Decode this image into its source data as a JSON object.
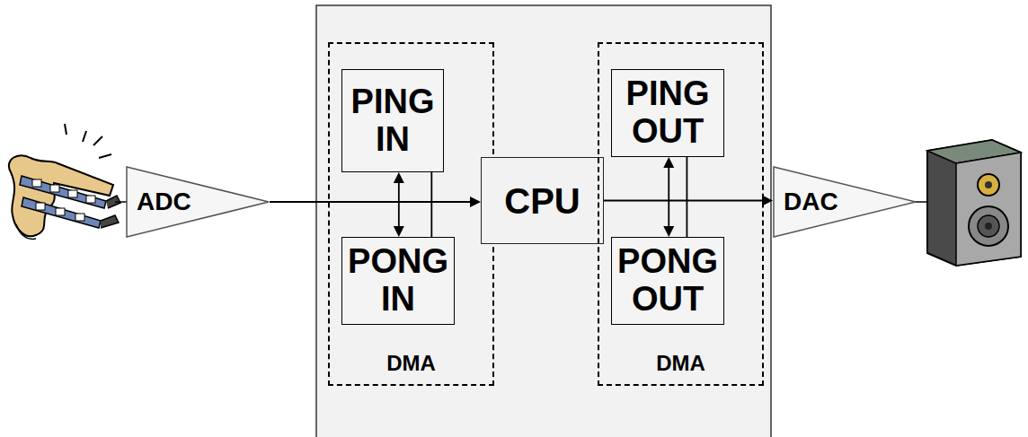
{
  "diagram": {
    "nodes": [
      {
        "text": [
          "ADC"
        ]
      },
      {
        "text": [
          "DMA"
        ]
      },
      {
        "text": [
          "PING IN"
        ],
        "in": 1
      },
      {
        "text": [
          "PONG IN"
        ],
        "in": 1
      },
      {
        "text": [
          "CPU"
        ]
      },
      {
        "text": [
          "DMA"
        ]
      },
      {
        "text": [
          "PING OUT"
        ],
        "in": 5
      },
      {
        "text": [
          "PONG OUT"
        ],
        "in": 5
      },
      {
        "text": [
          "DAC"
        ]
      }
    ],
    "edges": [
      {
        "from": 0,
        "to": 4,
        "arrow": "to"
      },
      {
        "from": 2,
        "to": 3,
        "arrow": "both"
      },
      {
        "from": 2,
        "to": 3,
        "arrow": "none"
      },
      {
        "from": 4,
        "to": 8,
        "arrow": "to"
      },
      {
        "from": 6,
        "to": 7,
        "arrow": "both"
      },
      {
        "from": 6,
        "to": 7,
        "arrow": "none"
      }
    ]
  }
}
